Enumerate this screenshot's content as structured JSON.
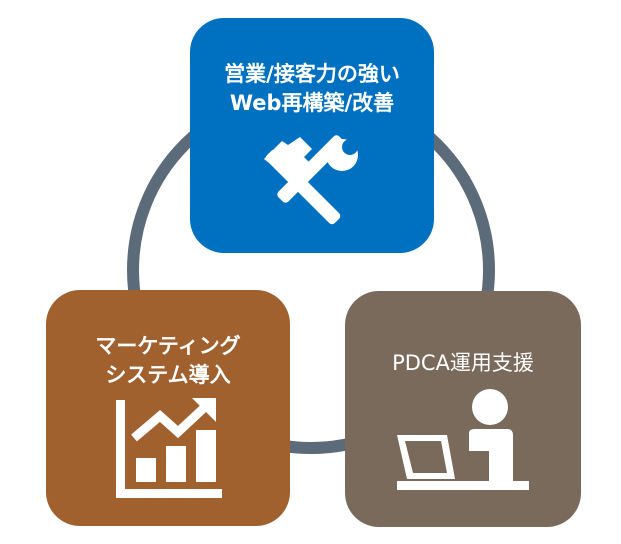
{
  "colors": {
    "ring": "#5c6b7a",
    "top_box": "#0070c0",
    "left_box": "#a0612e",
    "right_box": "#7a6a5c",
    "icon": "#ffffff"
  },
  "boxes": {
    "top": {
      "line1": "営業/接客力の強い",
      "line2": "Web再構築/改善",
      "icon": "hammer-wrench-icon"
    },
    "left": {
      "line1": "マーケティング",
      "line2": "システム導入",
      "icon": "growth-chart-icon"
    },
    "right": {
      "line1": "PDCA運用支援",
      "icon": "person-laptop-icon"
    }
  }
}
